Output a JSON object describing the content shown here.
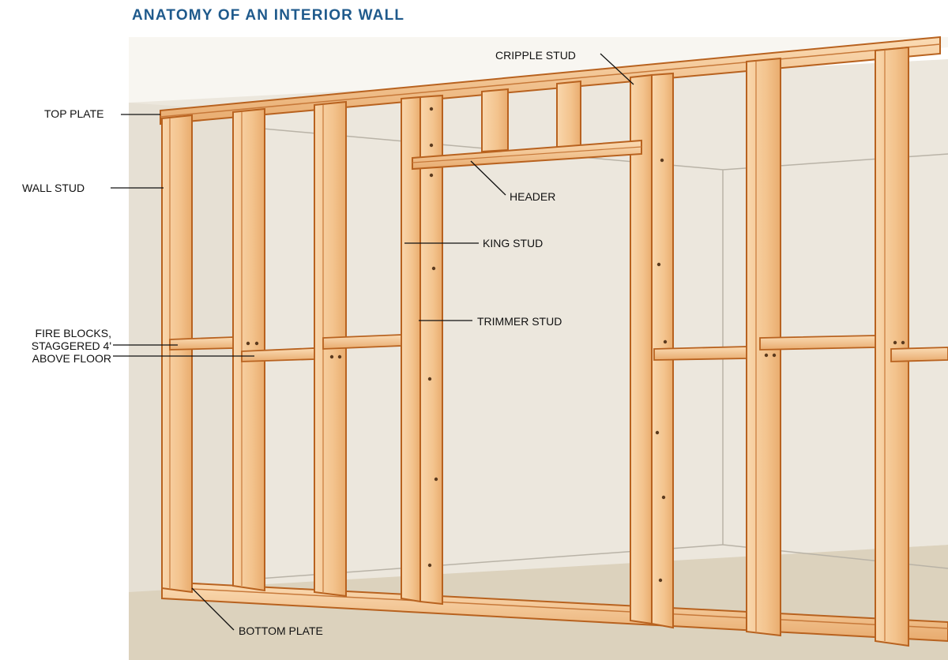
{
  "title": "ANATOMY OF AN INTERIOR WALL",
  "labels": {
    "top_plate": "TOP PLATE",
    "wall_stud": "WALL STUD",
    "fire_blocks_line1": "FIRE BLOCKS,",
    "fire_blocks_line2": "STAGGERED 4'",
    "fire_blocks_line3": "ABOVE FLOOR",
    "cripple_stud": "CRIPPLE STUD",
    "header": "HEADER",
    "king_stud": "KING STUD",
    "trimmer_stud": "TRIMMER STUD",
    "bottom_plate": "BOTTOM PLATE"
  },
  "colors": {
    "title": "#1f5a8c",
    "wood": "#f6c894",
    "wood_dark": "#e2a36a",
    "wood_edge": "#b8621f",
    "wall": "#ebe6dc",
    "floor": "#dcd2bd",
    "ceiling": "#f7f4ee"
  }
}
